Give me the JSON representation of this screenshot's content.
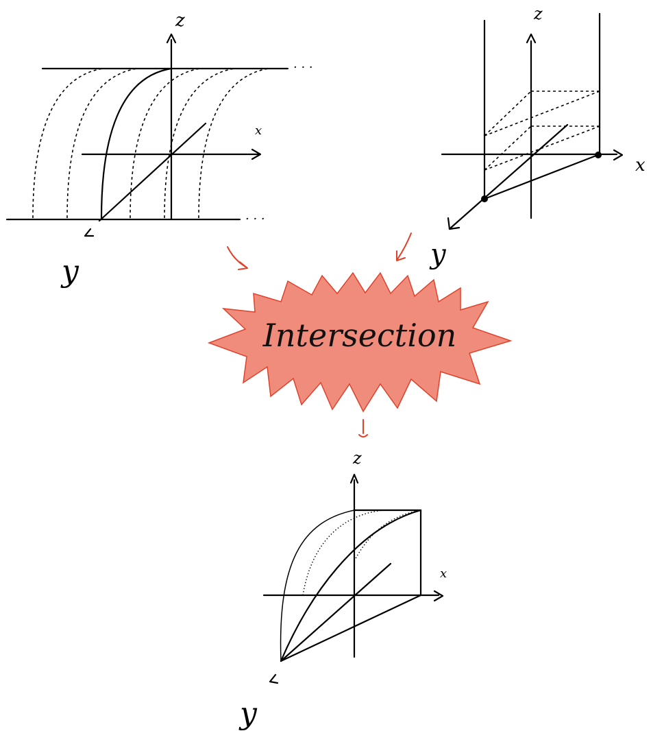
{
  "diagrams": [
    {
      "id": "left-surface",
      "axes": {
        "x": "x",
        "y": "y",
        "z": "z"
      },
      "continuation_marks": [
        "· · ·",
        "· · ·"
      ]
    },
    {
      "id": "right-surface",
      "axes": {
        "x": "x",
        "y": "y",
        "z": "z"
      }
    },
    {
      "id": "result",
      "axes": {
        "x": "x",
        "y": "y",
        "z": "z"
      }
    }
  ],
  "center_label": "Intersection",
  "colors": {
    "ink": "#000000",
    "arrow_red": "#e0412a",
    "burst_fill": "#f08c7c",
    "burst_stroke": "#e0412a"
  }
}
